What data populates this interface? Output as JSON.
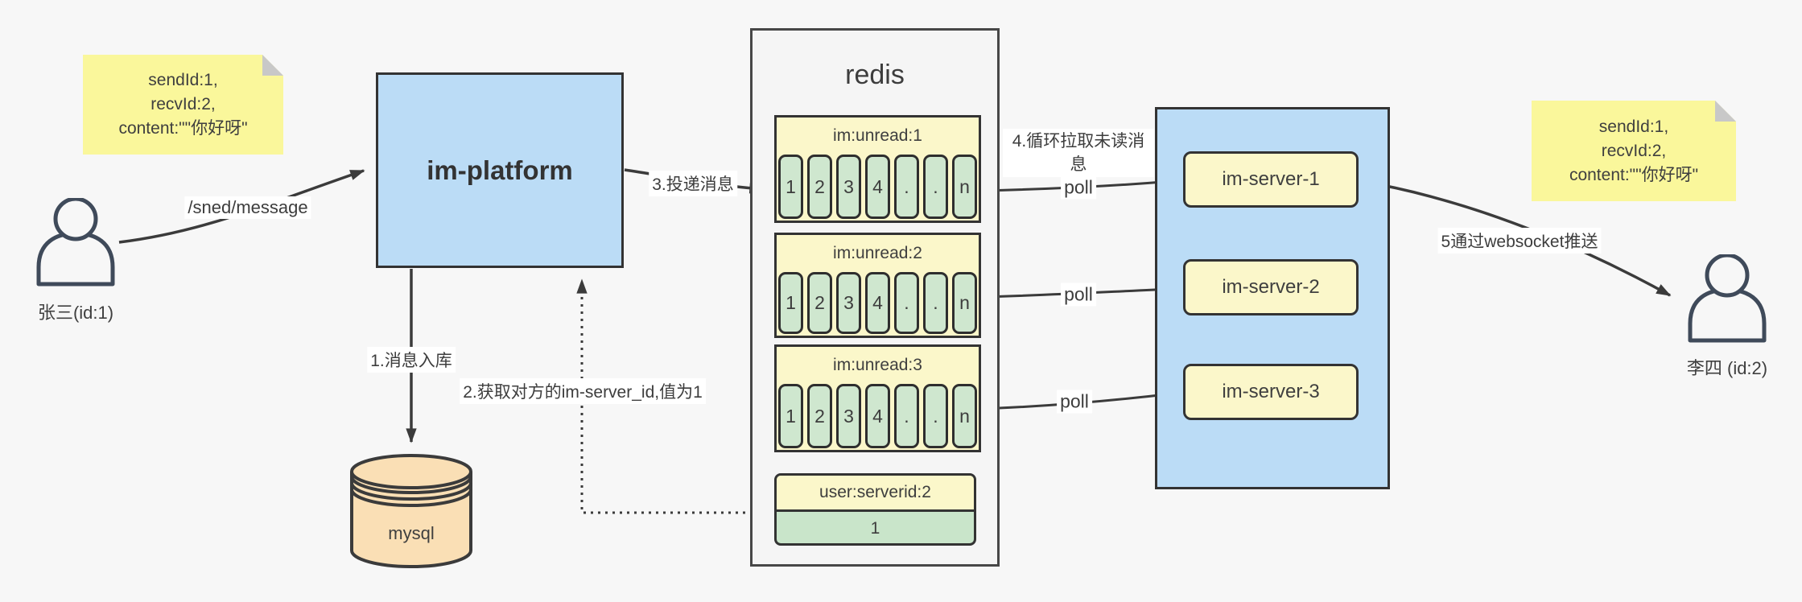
{
  "colors": {
    "background": "#F7F7F7",
    "note_yellow": "#FAF79B",
    "pale_yellow": "#FBF7CA",
    "cell_green": "#CFE7CF",
    "box_blue": "#BBDCF6",
    "db_orange": "#FADFB5",
    "panel_gray": "#F5F5F5",
    "stroke_dark": "#3B3B3B"
  },
  "notes": {
    "left": {
      "lines": [
        "sendId:1,",
        "recvId:2,",
        "content:\"\"你好呀\""
      ]
    },
    "right": {
      "lines": [
        "sendId:1,",
        "recvId:2,",
        "content:\"\"你好呀\""
      ]
    }
  },
  "actors": {
    "sender": {
      "label": "张三(id:1)"
    },
    "receiver": {
      "label": "李四 (id:2)"
    }
  },
  "platform": {
    "label": "im-platform"
  },
  "database": {
    "label": "mysql"
  },
  "redis": {
    "title": "redis",
    "queues": [
      {
        "header": "im:unread:1",
        "cells": [
          "1",
          "2",
          "3",
          "4",
          ".",
          ".",
          "n"
        ]
      },
      {
        "header": "im:unread:2",
        "cells": [
          "1",
          "2",
          "3",
          "4",
          ".",
          ".",
          "n"
        ]
      },
      {
        "header": "im:unread:3",
        "cells": [
          "1",
          "2",
          "3",
          "4",
          ".",
          ".",
          "n"
        ]
      }
    ],
    "kv": {
      "header": "user:serverid:2",
      "value": "1"
    }
  },
  "servers": {
    "items": [
      {
        "label": "im-server-1"
      },
      {
        "label": "im-server-2"
      },
      {
        "label": "im-server-3"
      }
    ]
  },
  "edges": {
    "send_api": "/sned/message",
    "step1": "1.消息入库",
    "step2": "2.获取对方的im-server_id,值为1",
    "step3": "3.投递消息",
    "step4": "4.循环拉取未读消息",
    "step5": "5通过websocket推送",
    "poll": "poll"
  }
}
